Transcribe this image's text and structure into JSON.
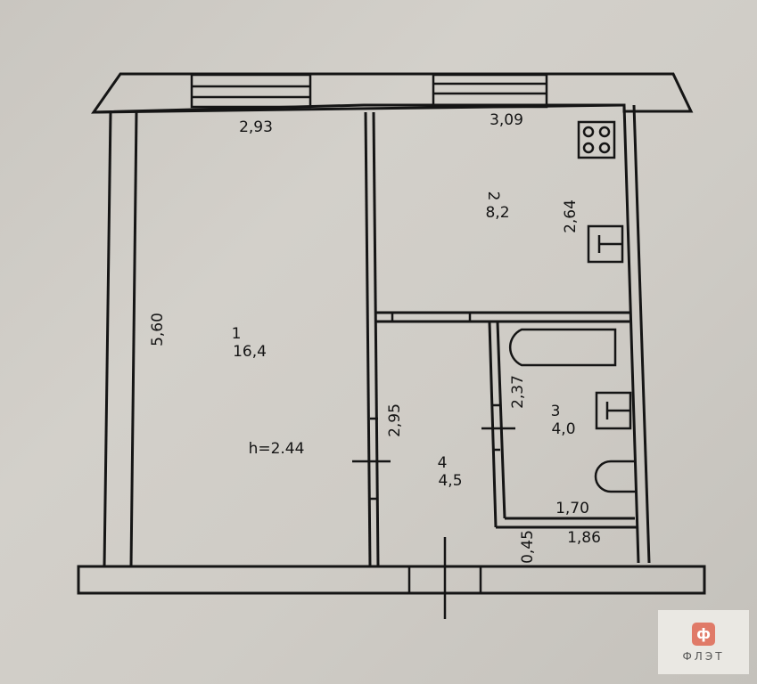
{
  "floor_plan": {
    "ceiling_height": "h=2.44",
    "rooms": [
      {
        "number": "1",
        "area": "16,4"
      },
      {
        "number": "2",
        "area": "8,2"
      },
      {
        "number": "3",
        "area": "4,0"
      },
      {
        "number": "4",
        "area": "4,5"
      }
    ],
    "dimensions": {
      "room1_width": "2,93",
      "room1_length": "5,60",
      "room2_width": "3,09",
      "room2_length": "2,64",
      "hall_length": "2,95",
      "bath_length": "2,37",
      "bath_width_inner": "1,70",
      "bath_width_outer": "1,86",
      "hall_offset": "0,45"
    },
    "fixtures": [
      "stove",
      "sink-kitchen",
      "bathtub",
      "sink-bath",
      "toilet"
    ]
  },
  "watermark": {
    "icon_glyph": "ф",
    "text": "ФЛЭТ",
    "icon_color": "#e07a68"
  }
}
